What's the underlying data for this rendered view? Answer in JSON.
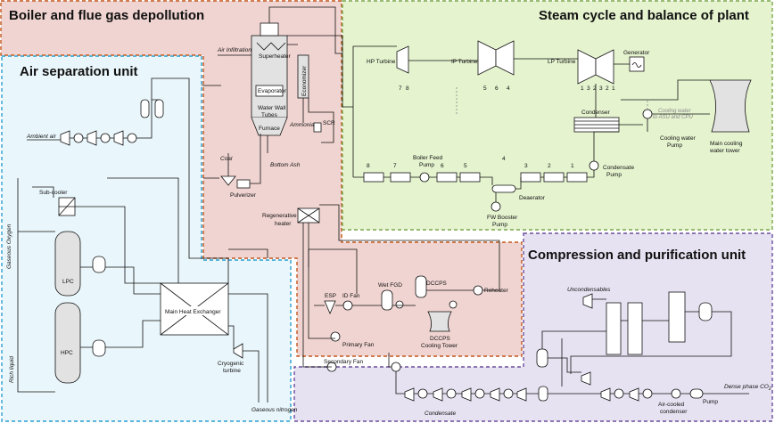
{
  "zones": {
    "boiler": {
      "title": "Boiler and flue gas depollution",
      "fill": "#f0d4d1",
      "border": "#c2571a"
    },
    "steam": {
      "title": "Steam cycle and balance of plant",
      "fill": "#e5f3cf",
      "border": "#7aa64c"
    },
    "asu": {
      "title": "Air separation unit",
      "fill": "#e9f6fb",
      "border": "#2b9ed0"
    },
    "cpu": {
      "title": "Compression and purification unit",
      "fill": "#e6e2f1",
      "border": "#6a4d9c"
    }
  },
  "boiler": {
    "air_infiltration": "Air Infiltration",
    "superheater": "Superheater",
    "economizer": "Economizer",
    "evaporator": "Evaporator",
    "water_wall_1": "Water Wall",
    "water_wall_2": "Tubes",
    "furnace": "Furnace",
    "ammonia": "Ammonia",
    "scr": "SCR",
    "coal": "Coal",
    "bottom_ash": "Bottom Ash",
    "pulverizer": "Pulverizer",
    "regen_1": "Regenerative",
    "regen_2": "heater",
    "esp": "ESP",
    "id_fan": "ID Fan",
    "wet_fgd": "Wet FGD",
    "dccps": "DCCPS",
    "reheater": "Reheater",
    "dccps_tower_1": "DCCPS",
    "dccps_tower_2": "Cooling Tower",
    "primary_fan": "Primary Fan",
    "secondary_fan": "Secondary Fan"
  },
  "steam": {
    "hp_turbine": "HP Turbine",
    "ip_turbine": "IP Turbine",
    "lp_turbine": "LP Turbine",
    "generator": "Generator",
    "hp_taps": [
      "7",
      "8"
    ],
    "ip_taps": [
      "5",
      "6",
      "4"
    ],
    "lp_taps": [
      "1",
      "3",
      "2",
      "3",
      "2",
      "1"
    ],
    "condenser": "Condenser",
    "cooling_asu_1": "Cooling water",
    "cooling_asu_2": "to ASU and CPU",
    "cw_pump_1": "Cooling water",
    "cw_pump_2": "Pump",
    "main_tower_1": "Main cooling",
    "main_tower_2": "water tower",
    "bfp_1": "Boiler Feed",
    "bfp_2": "Pump",
    "heater_numbers": [
      "8",
      "7",
      "6",
      "5",
      "4",
      "3",
      "2",
      "1"
    ],
    "deaerator": "Deaerator",
    "fw_booster_1": "FW Booster",
    "fw_booster_2": "Pump",
    "condensate_pump_1": "Condensate",
    "condensate_pump_2": "Pump"
  },
  "asu": {
    "ambient_air": "Ambient air",
    "sub_cooler": "Sub-cooler",
    "gaseous_oxygen": "Gaseous Oxygen",
    "lpc": "LPC",
    "hpc": "HPC",
    "rich_liquid": "Rich liquid",
    "main_hx": "Main Heat Exchanger",
    "cryo_1": "Cryogenic",
    "cryo_2": "turbine",
    "gaseous_nitrogen": "Gaseous nitrogen"
  },
  "cpu": {
    "uncondensables": "Uncondensables",
    "condensate": "Condensate",
    "air_cooled_1": "Air-cooled",
    "air_cooled_2": "condenser",
    "pump": "Pump",
    "dense_phase": "Dense phase CO",
    "dense_phase_sub": "2"
  }
}
